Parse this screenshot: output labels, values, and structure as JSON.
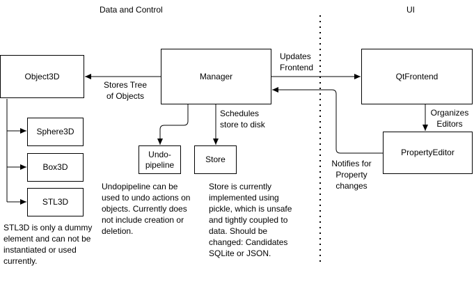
{
  "section_titles": {
    "data_and_control": "Data and Control",
    "ui": "UI"
  },
  "nodes": {
    "object3d": "Object3D",
    "manager": "Manager",
    "qtfrontend": "QtFrontend",
    "sphere3d": "Sphere3D",
    "box3d": "Box3D",
    "stl3d": "STL3D",
    "undo_pipeline": [
      "Undo-",
      "pipeline"
    ],
    "store": "Store",
    "property_editor": "PropertyEditor"
  },
  "edge_labels": {
    "updates_frontend": [
      "Updates",
      "Frontend"
    ],
    "stores_tree": [
      "Stores Tree",
      "of Objects"
    ],
    "schedules_store": [
      "Schedules",
      "store to disk"
    ],
    "organizes_editors": [
      "Organizes",
      "Editors"
    ],
    "notifies_property": [
      "Notifies for",
      "Property",
      "changes"
    ]
  },
  "notes": {
    "stl3d_note": [
      "STL3D is only a dummy",
      "element and can not be",
      "instantiated or used",
      "currently."
    ],
    "undo_note": [
      "Undopipeline can be",
      "used to undo actions on",
      "objects. Currently does",
      "not include creation or",
      "deletion."
    ],
    "store_note": [
      "Store is currently",
      "implemented using",
      "pickle, which is unsafe",
      "and tightly coupled to",
      "data. Should be",
      "changed: Candidates",
      "SQLite or JSON."
    ]
  }
}
